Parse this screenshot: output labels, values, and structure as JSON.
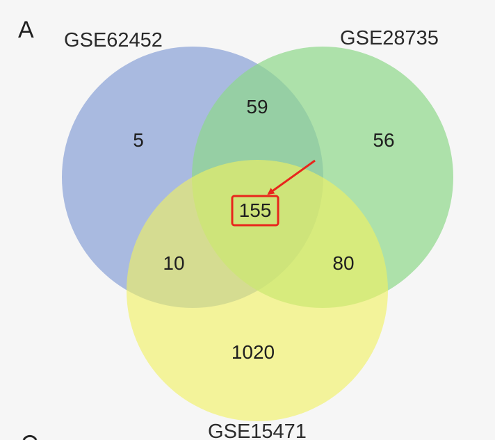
{
  "panel_label": "A",
  "sets": [
    {
      "name": "GSE62452",
      "color": "#8fa6d8"
    },
    {
      "name": "GSE28735",
      "color": "#8fd98a"
    },
    {
      "name": "GSE15471",
      "color": "#f0f061"
    }
  ],
  "regions": {
    "only_GSE62452": "5",
    "only_GSE28735": "56",
    "only_GSE15471": "1020",
    "GSE62452_GSE28735": "59",
    "GSE62452_GSE15471": "10",
    "GSE28735_GSE15471": "80",
    "all_three": "155"
  },
  "highlight": {
    "region": "all_three",
    "color": "#e8261c"
  }
}
